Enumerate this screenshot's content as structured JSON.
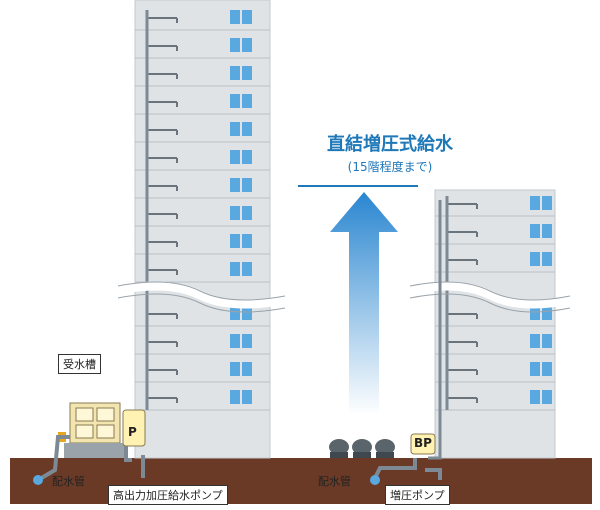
{
  "title": "直結増圧式給水",
  "subtitle": "(15階程度まで)",
  "labels": {
    "receiving_tank": "受水槽",
    "water_main_left": "配水管",
    "water_main_right": "配水管",
    "high_output_pump": "高出力加圧給水ポンプ",
    "booster_pump": "増圧ポンプ",
    "pump_badge": "P",
    "booster_badge": "BP"
  },
  "colors": {
    "ground": "#6b3a26",
    "building": "#dfe3e6",
    "window": "#5aa8e0",
    "pipe": "#7d8a96",
    "accent": "#1f78b8",
    "pump": "#fff2b3"
  }
}
